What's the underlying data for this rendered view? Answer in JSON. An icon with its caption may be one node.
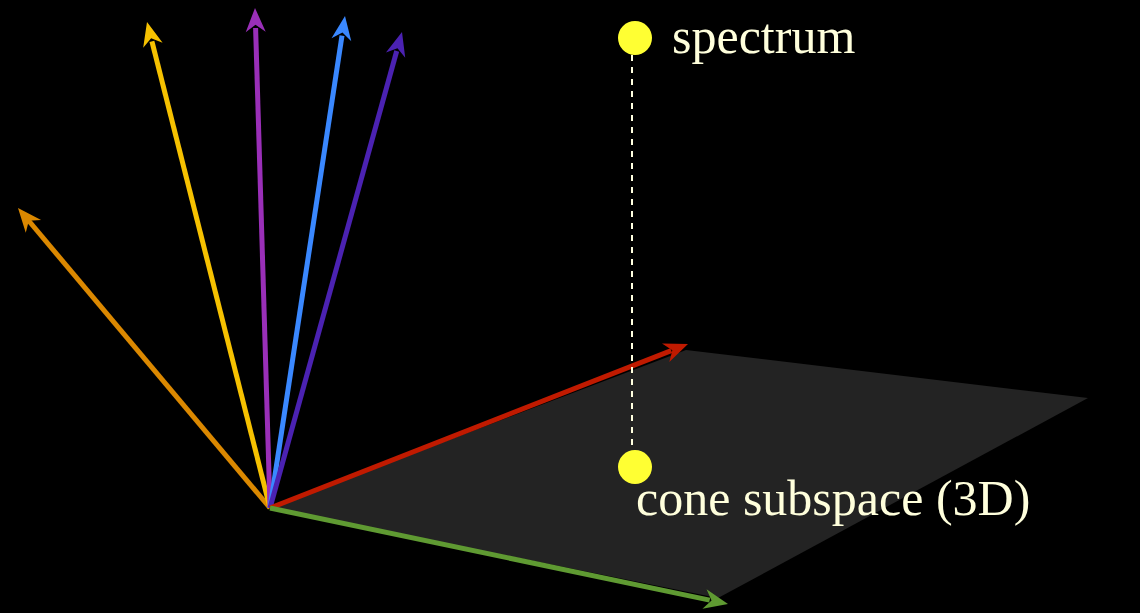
{
  "diagram": {
    "nodes": [
      {
        "text": [
          "spectrum"
        ]
      },
      {
        "text": [
          "cone subspace (3D)"
        ]
      }
    ],
    "edges": [
      {
        "from": 0,
        "to": 1,
        "arrow": "none",
        "style": "dashed"
      }
    ]
  }
}
